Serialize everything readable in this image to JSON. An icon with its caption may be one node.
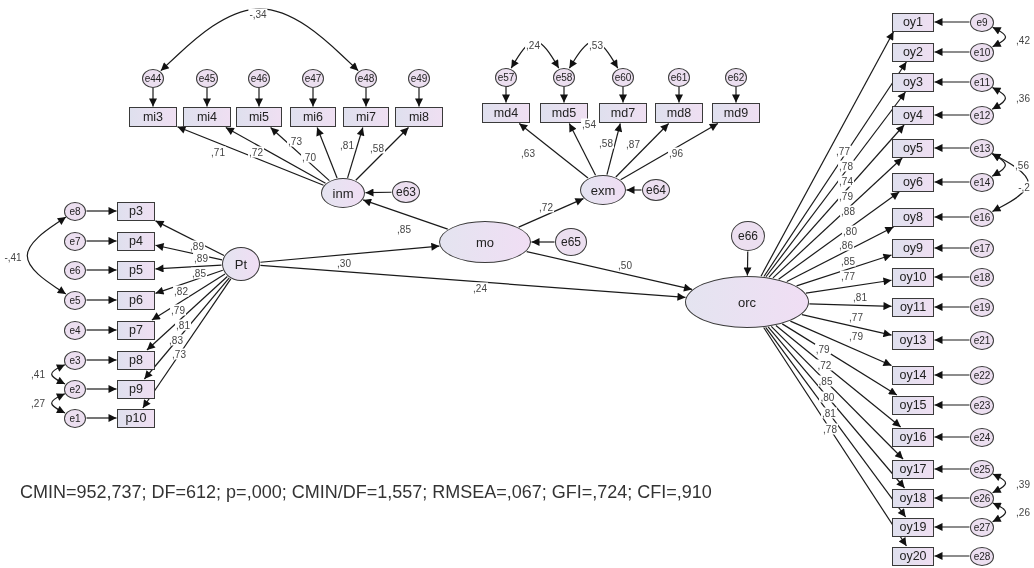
{
  "diagram": {
    "nodes": [
      {
        "text": [
          "Pt"
        ]
      },
      {
        "text": [
          "p3"
        ]
      },
      {
        "text": [
          "p4"
        ]
      },
      {
        "text": [
          "p5"
        ]
      },
      {
        "text": [
          "p6"
        ]
      },
      {
        "text": [
          "p7"
        ]
      },
      {
        "text": [
          "p8"
        ]
      },
      {
        "text": [
          "p9"
        ]
      },
      {
        "text": [
          "p10"
        ]
      },
      {
        "text": [
          "e8"
        ]
      },
      {
        "text": [
          "e7"
        ]
      },
      {
        "text": [
          "e6"
        ]
      },
      {
        "text": [
          "e5"
        ]
      },
      {
        "text": [
          "e4"
        ]
      },
      {
        "text": [
          "e3"
        ]
      },
      {
        "text": [
          "e2"
        ]
      },
      {
        "text": [
          "e1"
        ]
      },
      {
        "text": [
          "e44"
        ]
      },
      {
        "text": [
          "e45"
        ]
      },
      {
        "text": [
          "e46"
        ]
      },
      {
        "text": [
          "e47"
        ]
      },
      {
        "text": [
          "e48"
        ]
      },
      {
        "text": [
          "e49"
        ]
      },
      {
        "text": [
          "mi3"
        ]
      },
      {
        "text": [
          "mi4"
        ]
      },
      {
        "text": [
          "mi5"
        ]
      },
      {
        "text": [
          "mi6"
        ]
      },
      {
        "text": [
          "mi7"
        ]
      },
      {
        "text": [
          "mi8"
        ]
      },
      {
        "text": [
          "inm"
        ]
      },
      {
        "text": [
          "e63"
        ]
      },
      {
        "text": [
          "e57"
        ]
      },
      {
        "text": [
          "e58"
        ]
      },
      {
        "text": [
          "e60"
        ]
      },
      {
        "text": [
          "e61"
        ]
      },
      {
        "text": [
          "e62"
        ]
      },
      {
        "text": [
          "md4"
        ]
      },
      {
        "text": [
          "md5"
        ]
      },
      {
        "text": [
          "md7"
        ]
      },
      {
        "text": [
          "md8"
        ]
      },
      {
        "text": [
          "md9"
        ]
      },
      {
        "text": [
          "exm"
        ]
      },
      {
        "text": [
          "e64"
        ]
      },
      {
        "text": [
          "mo"
        ]
      },
      {
        "text": [
          "e65"
        ]
      },
      {
        "text": [
          "e66"
        ]
      },
      {
        "text": [
          "orc"
        ]
      },
      {
        "text": [
          "oy1"
        ]
      },
      {
        "text": [
          "oy2"
        ]
      },
      {
        "text": [
          "oy3"
        ]
      },
      {
        "text": [
          "oy4"
        ]
      },
      {
        "text": [
          "oy5"
        ]
      },
      {
        "text": [
          "oy6"
        ]
      },
      {
        "text": [
          "oy8"
        ]
      },
      {
        "text": [
          "oy9"
        ]
      },
      {
        "text": [
          "oy10"
        ]
      },
      {
        "text": [
          "oy11"
        ]
      },
      {
        "text": [
          "oy13"
        ]
      },
      {
        "text": [
          "oy14"
        ]
      },
      {
        "text": [
          "oy15"
        ]
      },
      {
        "text": [
          "oy16"
        ]
      },
      {
        "text": [
          "oy17"
        ]
      },
      {
        "text": [
          "oy18"
        ]
      },
      {
        "text": [
          "oy19"
        ]
      },
      {
        "text": [
          "oy20"
        ]
      },
      {
        "text": [
          "e9"
        ]
      },
      {
        "text": [
          "e10"
        ]
      },
      {
        "text": [
          "e11"
        ]
      },
      {
        "text": [
          "e12"
        ]
      },
      {
        "text": [
          "e13"
        ]
      },
      {
        "text": [
          "e14"
        ]
      },
      {
        "text": [
          "e16"
        ]
      },
      {
        "text": [
          "e17"
        ]
      },
      {
        "text": [
          "e18"
        ]
      },
      {
        "text": [
          "e19"
        ]
      },
      {
        "text": [
          "e21"
        ]
      },
      {
        "text": [
          "e22"
        ]
      },
      {
        "text": [
          "e23"
        ]
      },
      {
        "text": [
          "e24"
        ]
      },
      {
        "text": [
          "e25"
        ]
      },
      {
        "text": [
          "e26"
        ]
      },
      {
        "text": [
          "e27"
        ]
      },
      {
        "text": [
          "e28"
        ]
      }
    ],
    "edges": [
      {
        "from": 0,
        "to": 1,
        "arrow": "to",
        "label": ",89"
      },
      {
        "from": 0,
        "to": 2,
        "arrow": "to",
        "label": ",89"
      },
      {
        "from": 0,
        "to": 3,
        "arrow": "to",
        "label": ",85"
      },
      {
        "from": 0,
        "to": 4,
        "arrow": "to",
        "label": ",82"
      },
      {
        "from": 0,
        "to": 5,
        "arrow": "to",
        "label": ",79"
      },
      {
        "from": 0,
        "to": 6,
        "arrow": "to",
        "label": ",81"
      },
      {
        "from": 0,
        "to": 7,
        "arrow": "to",
        "label": ",83"
      },
      {
        "from": 0,
        "to": 8,
        "arrow": "to",
        "label": ",73"
      },
      {
        "from": 9,
        "to": 1,
        "arrow": "to"
      },
      {
        "from": 10,
        "to": 2,
        "arrow": "to"
      },
      {
        "from": 11,
        "to": 3,
        "arrow": "to"
      },
      {
        "from": 12,
        "to": 4,
        "arrow": "to"
      },
      {
        "from": 13,
        "to": 5,
        "arrow": "to"
      },
      {
        "from": 14,
        "to": 6,
        "arrow": "to"
      },
      {
        "from": 15,
        "to": 7,
        "arrow": "to"
      },
      {
        "from": 16,
        "to": 8,
        "arrow": "to"
      },
      {
        "from": 9,
        "to": 12,
        "arrow": "both",
        "label": "-,41"
      },
      {
        "from": 14,
        "to": 15,
        "arrow": "both",
        "label": ",41"
      },
      {
        "from": 15,
        "to": 16,
        "arrow": "both",
        "label": ",27"
      },
      {
        "from": 29,
        "to": 23,
        "arrow": "to",
        "label": ",71"
      },
      {
        "from": 29,
        "to": 24,
        "arrow": "to",
        "label": ",72"
      },
      {
        "from": 29,
        "to": 25,
        "arrow": "to",
        "label": ",73"
      },
      {
        "from": 29,
        "to": 26,
        "arrow": "to",
        "label": ",70"
      },
      {
        "from": 29,
        "to": 27,
        "arrow": "to",
        "label": ",81"
      },
      {
        "from": 29,
        "to": 28,
        "arrow": "to",
        "label": ",58"
      },
      {
        "from": 17,
        "to": 23,
        "arrow": "to"
      },
      {
        "from": 18,
        "to": 24,
        "arrow": "to"
      },
      {
        "from": 19,
        "to": 25,
        "arrow": "to"
      },
      {
        "from": 20,
        "to": 26,
        "arrow": "to"
      },
      {
        "from": 21,
        "to": 27,
        "arrow": "to"
      },
      {
        "from": 22,
        "to": 28,
        "arrow": "to"
      },
      {
        "from": 17,
        "to": 21,
        "arrow": "both",
        "label": "-,34"
      },
      {
        "from": 30,
        "to": 29,
        "arrow": "to"
      },
      {
        "from": 41,
        "to": 36,
        "arrow": "to",
        "label": ",63"
      },
      {
        "from": 41,
        "to": 37,
        "arrow": "to",
        "label": ",54"
      },
      {
        "from": 41,
        "to": 38,
        "arrow": "to",
        "label": ",58"
      },
      {
        "from": 41,
        "to": 39,
        "arrow": "to",
        "label": ",87"
      },
      {
        "from": 41,
        "to": 40,
        "arrow": "to",
        "label": ",96"
      },
      {
        "from": 31,
        "to": 36,
        "arrow": "to"
      },
      {
        "from": 32,
        "to": 37,
        "arrow": "to"
      },
      {
        "from": 33,
        "to": 38,
        "arrow": "to"
      },
      {
        "from": 34,
        "to": 39,
        "arrow": "to"
      },
      {
        "from": 35,
        "to": 40,
        "arrow": "to"
      },
      {
        "from": 31,
        "to": 32,
        "arrow": "both",
        "label": ",24"
      },
      {
        "from": 32,
        "to": 33,
        "arrow": "both",
        "label": ",53"
      },
      {
        "from": 42,
        "to": 41,
        "arrow": "to"
      },
      {
        "from": 43,
        "to": 29,
        "arrow": "to",
        "label": ",85"
      },
      {
        "from": 43,
        "to": 41,
        "arrow": "to",
        "label": ",72"
      },
      {
        "from": 44,
        "to": 43,
        "arrow": "to"
      },
      {
        "from": 0,
        "to": 43,
        "arrow": "to",
        "label": ",30"
      },
      {
        "from": 0,
        "to": 46,
        "arrow": "to",
        "label": ",24"
      },
      {
        "from": 43,
        "to": 46,
        "arrow": "to",
        "label": ",50"
      },
      {
        "from": 45,
        "to": 46,
        "arrow": "to"
      },
      {
        "from": 46,
        "to": 47,
        "arrow": "to",
        "label": ",77"
      },
      {
        "from": 46,
        "to": 48,
        "arrow": "to",
        "label": ",78"
      },
      {
        "from": 46,
        "to": 49,
        "arrow": "to",
        "label": ",74"
      },
      {
        "from": 46,
        "to": 50,
        "arrow": "to",
        "label": ",79"
      },
      {
        "from": 46,
        "to": 51,
        "arrow": "to",
        "label": ",88"
      },
      {
        "from": 46,
        "to": 52,
        "arrow": "to",
        "label": ",80"
      },
      {
        "from": 46,
        "to": 53,
        "arrow": "to",
        "label": ",86"
      },
      {
        "from": 46,
        "to": 54,
        "arrow": "to",
        "label": ",85"
      },
      {
        "from": 46,
        "to": 55,
        "arrow": "to",
        "label": ",77"
      },
      {
        "from": 46,
        "to": 56,
        "arrow": "to",
        "label": ",81"
      },
      {
        "from": 46,
        "to": 57,
        "arrow": "to",
        "label": ",77"
      },
      {
        "from": 46,
        "to": 58,
        "arrow": "to",
        "label": ",79"
      },
      {
        "from": 46,
        "to": 59,
        "arrow": "to",
        "label": ",79"
      },
      {
        "from": 46,
        "to": 60,
        "arrow": "to",
        "label": ",72"
      },
      {
        "from": 46,
        "to": 61,
        "arrow": "to",
        "label": ",85"
      },
      {
        "from": 46,
        "to": 62,
        "arrow": "to",
        "label": ",80"
      },
      {
        "from": 46,
        "to": 63,
        "arrow": "to",
        "label": ",81"
      },
      {
        "from": 46,
        "to": 64,
        "arrow": "to",
        "label": ",78"
      },
      {
        "from": 65,
        "to": 47,
        "arrow": "to"
      },
      {
        "from": 66,
        "to": 48,
        "arrow": "to"
      },
      {
        "from": 67,
        "to": 49,
        "arrow": "to"
      },
      {
        "from": 68,
        "to": 50,
        "arrow": "to"
      },
      {
        "from": 69,
        "to": 51,
        "arrow": "to"
      },
      {
        "from": 70,
        "to": 52,
        "arrow": "to"
      },
      {
        "from": 71,
        "to": 53,
        "arrow": "to"
      },
      {
        "from": 72,
        "to": 54,
        "arrow": "to"
      },
      {
        "from": 73,
        "to": 55,
        "arrow": "to"
      },
      {
        "from": 74,
        "to": 56,
        "arrow": "to"
      },
      {
        "from": 75,
        "to": 57,
        "arrow": "to"
      },
      {
        "from": 76,
        "to": 58,
        "arrow": "to"
      },
      {
        "from": 77,
        "to": 59,
        "arrow": "to"
      },
      {
        "from": 78,
        "to": 60,
        "arrow": "to"
      },
      {
        "from": 79,
        "to": 61,
        "arrow": "to"
      },
      {
        "from": 80,
        "to": 62,
        "arrow": "to"
      },
      {
        "from": 81,
        "to": 63,
        "arrow": "to"
      },
      {
        "from": 82,
        "to": 64,
        "arrow": "to"
      },
      {
        "from": 65,
        "to": 66,
        "arrow": "both",
        "label": ",42"
      },
      {
        "from": 67,
        "to": 68,
        "arrow": "both",
        "label": ",36"
      },
      {
        "from": 69,
        "to": 70,
        "arrow": "both",
        "label": ",56"
      },
      {
        "from": 69,
        "to": 71,
        "arrow": "both",
        "label": "-,2"
      },
      {
        "from": 79,
        "to": 80,
        "arrow": "both",
        "label": ",39"
      },
      {
        "from": 80,
        "to": 81,
        "arrow": "both",
        "label": ",26"
      }
    ],
    "labels": [
      "CMIN=952,737; DF=612; p=,000; CMIN/DF=1,557; RMSEA=,067; GFI=,724; CFI=,910"
    ]
  }
}
